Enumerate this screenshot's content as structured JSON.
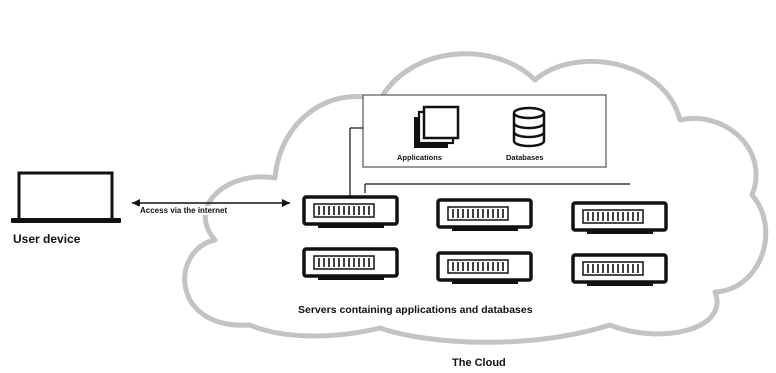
{
  "diagram": {
    "user_device_label": "User device",
    "access_label": "Access via the internet",
    "applications_label": "Applications",
    "databases_label": "Databases",
    "servers_label": "Servers containing applications and databases",
    "cloud_label": "The Cloud",
    "server_count": 6,
    "colors": {
      "ink": "#111111",
      "cloud_outline": "#bdbdbd",
      "background": "#ffffff"
    }
  }
}
